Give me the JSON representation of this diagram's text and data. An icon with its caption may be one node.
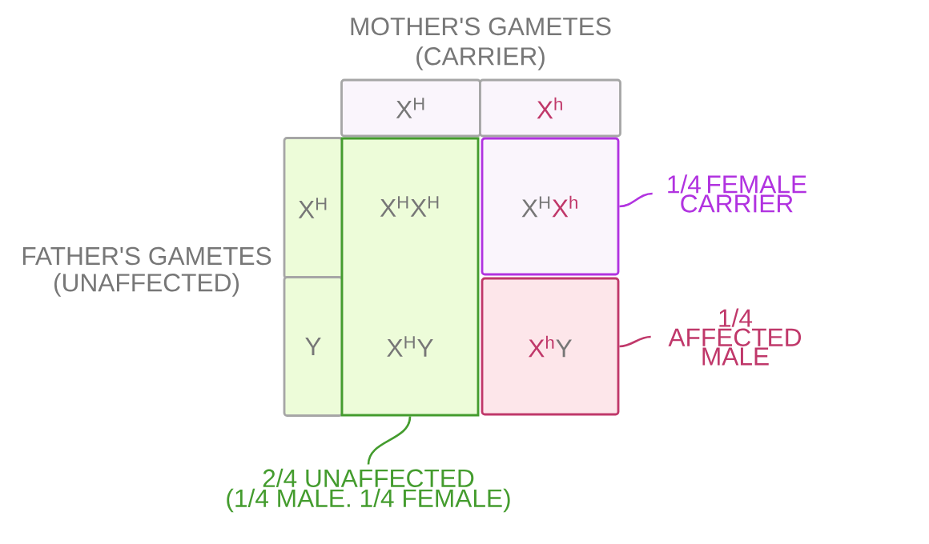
{
  "diagram": {
    "nodes": [
      {
        "text": [
          "X$^{H}$"
        ]
      },
      {
        "text": [
          "X$^{h}$"
        ]
      },
      {
        "text": [
          "X$^{H}$"
        ]
      },
      {
        "text": [
          "Y"
        ]
      },
      {
        "text": [],
        "shape": "box"
      },
      {
        "text": [
          "X$^{H}$X$^{H}$"
        ],
        "in": 4
      },
      {
        "text": [
          "X$^{H}$",
          "X$^{h}$"
        ]
      },
      {
        "text": [
          "X$^{H}$Y"
        ],
        "in": 4
      },
      {
        "text": [
          "X$^{h}$",
          "Y"
        ]
      },
      {
        "text": [
          "1/4 FEMALE CARRIER"
        ]
      },
      {
        "text": [
          "1/4 AFFECTED MALE"
        ]
      },
      {
        "text": [
          "2/4 UNAFFECTED",
          "(1/4 MALE. 1/4 FEMALE)"
        ]
      }
    ],
    "edges": [
      {
        "from": 9,
        "to": 6,
        "arrow": "none",
        "color": "#b133e0"
      },
      {
        "from": 10,
        "to": 8,
        "arrow": "none",
        "color": "#c0386a"
      },
      {
        "from": 11,
        "to": 4,
        "arrow": "none",
        "color": "#449c2e"
      }
    ],
    "labels": [
      "MOTHER'S GAMETES",
      "(CARRIER)",
      "FATHER'S GAMETES",
      "(UNAFFECTED)"
    ]
  }
}
